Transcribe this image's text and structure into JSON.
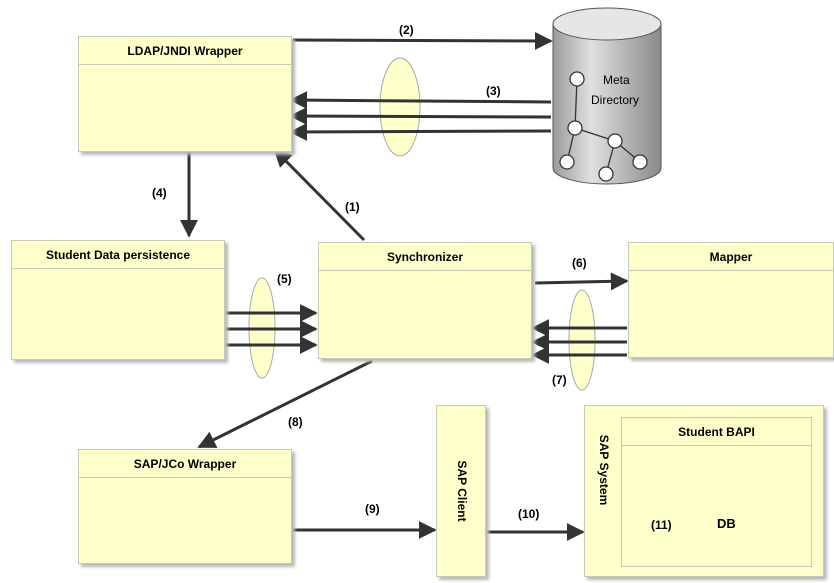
{
  "boxes": {
    "ldap": "LDAP/JNDI Wrapper",
    "student_data": "Student Data persistence",
    "synchronizer": "Synchronizer",
    "mapper": "Mapper",
    "sapjco": "SAP/JCo Wrapper",
    "sap_client": "SAP Client",
    "sap_system": "SAP System",
    "student_bapi": "Student BAPI"
  },
  "meta_directory": {
    "line1": "Meta",
    "line2": "Directory"
  },
  "db_label": "DB",
  "steps": {
    "s1": "(1)",
    "s2": "(2)",
    "s3": "(3)",
    "s4": "(4)",
    "s5": "(5)",
    "s6": "(6)",
    "s7": "(7)",
    "s8": "(8)",
    "s9": "(9)",
    "s10": "(10)",
    "s11": "(11)"
  },
  "colors": {
    "box_fill": "#ffffcc",
    "arrow": "#333333",
    "cylinder": "#c8c8c8"
  }
}
